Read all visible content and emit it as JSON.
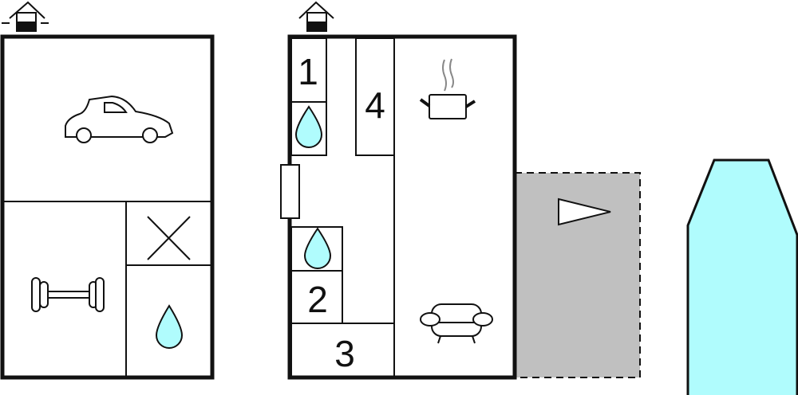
{
  "rooms": {
    "room1": "1",
    "room2": "2",
    "room3": "3",
    "room4": "4"
  },
  "colors": {
    "water": "#b0fcfd",
    "terrace": "#c0c0c0",
    "wall": "#111111"
  },
  "icons": [
    "entrance-icon",
    "car-icon",
    "x-cross-icon",
    "dumbbell-icon",
    "water-drop-icon",
    "door-icon",
    "cooking-pot-icon",
    "sofa-icon",
    "terrace-arrow-icon",
    "pool-shape"
  ]
}
